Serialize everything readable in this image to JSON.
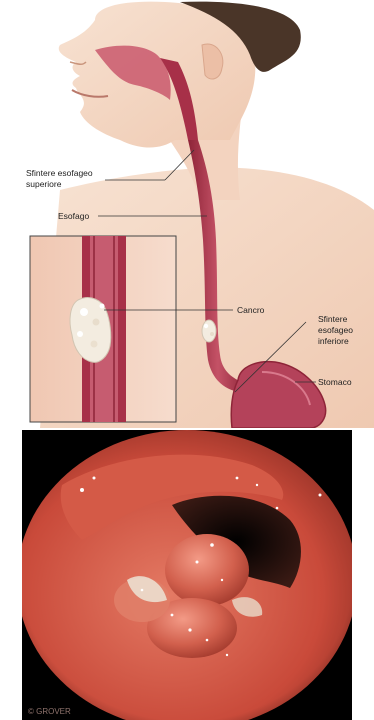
{
  "labels": {
    "upper_sphincter_line1": "Sfintere esofageo",
    "upper_sphincter_line2": "superiore",
    "esophagus": "Esofago",
    "cancer": "Cancro",
    "lower_sphincter_line1": "Sfintere",
    "lower_sphincter_line2": "esofageo",
    "lower_sphincter_line3": "inferiore",
    "stomach": "Stomaco"
  },
  "watermark": "© GROVER",
  "colors": {
    "skin": "#f4d9c6",
    "skin_shadow": "#e9bfa5",
    "hair": "#4a3528",
    "tract": "#b03a52",
    "tract_light": "#d9798c",
    "tumor": "#f3ece0",
    "mucosa": "#c94a3a",
    "lumen": "#1a0f0c"
  }
}
